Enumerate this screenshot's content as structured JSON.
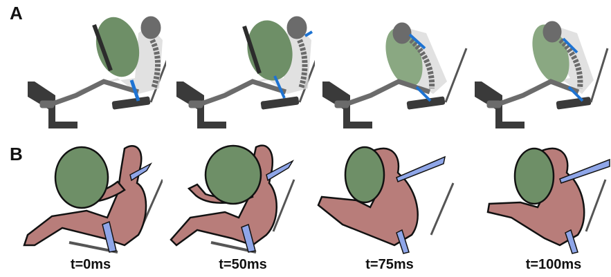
{
  "figure": {
    "panels": [
      {
        "letter": "A",
        "kind": "skeletal-model"
      },
      {
        "letter": "B",
        "kind": "silhouette"
      }
    ],
    "time_labels": [
      "t=0ms",
      "t=50ms",
      "t=75ms",
      "t=100ms"
    ]
  },
  "colors": {
    "airbag": "#6e8f67",
    "airbag_light": "#8aa882",
    "body_silhouette": "#b87d7a",
    "seatbelt": "#1e73d2",
    "seatbelt_b": "#8fa6e8",
    "skeleton": "#6b6b6b",
    "seat": "#3a3a3a",
    "soft_tissue": "#d9d9d9"
  }
}
